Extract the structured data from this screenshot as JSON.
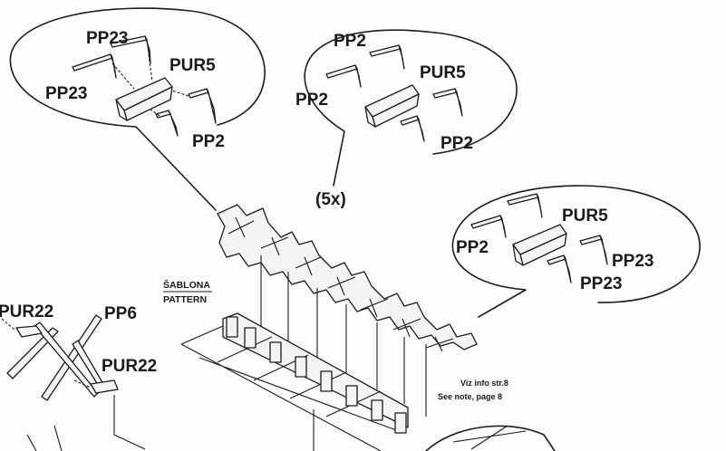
{
  "bubble_left": {
    "labels": [
      "PP23",
      "PUR5",
      "PP23",
      "PP2"
    ]
  },
  "bubble_top": {
    "labels": [
      "PP2",
      "PUR5",
      "PP2",
      "PP2"
    ],
    "multiplier": "(5x)"
  },
  "bubble_right": {
    "labels": [
      "PUR5",
      "PP2",
      "PP23",
      "PP23"
    ]
  },
  "pattern_label": {
    "czech": "ŠABLONA",
    "english": "PATTERN"
  },
  "left_parts": {
    "pur22_a": "PUR22",
    "pp6": "PP6",
    "pur22_b": "PUR22"
  },
  "note": {
    "line1": "Viz info str.8",
    "line2": "See note, page 8"
  }
}
